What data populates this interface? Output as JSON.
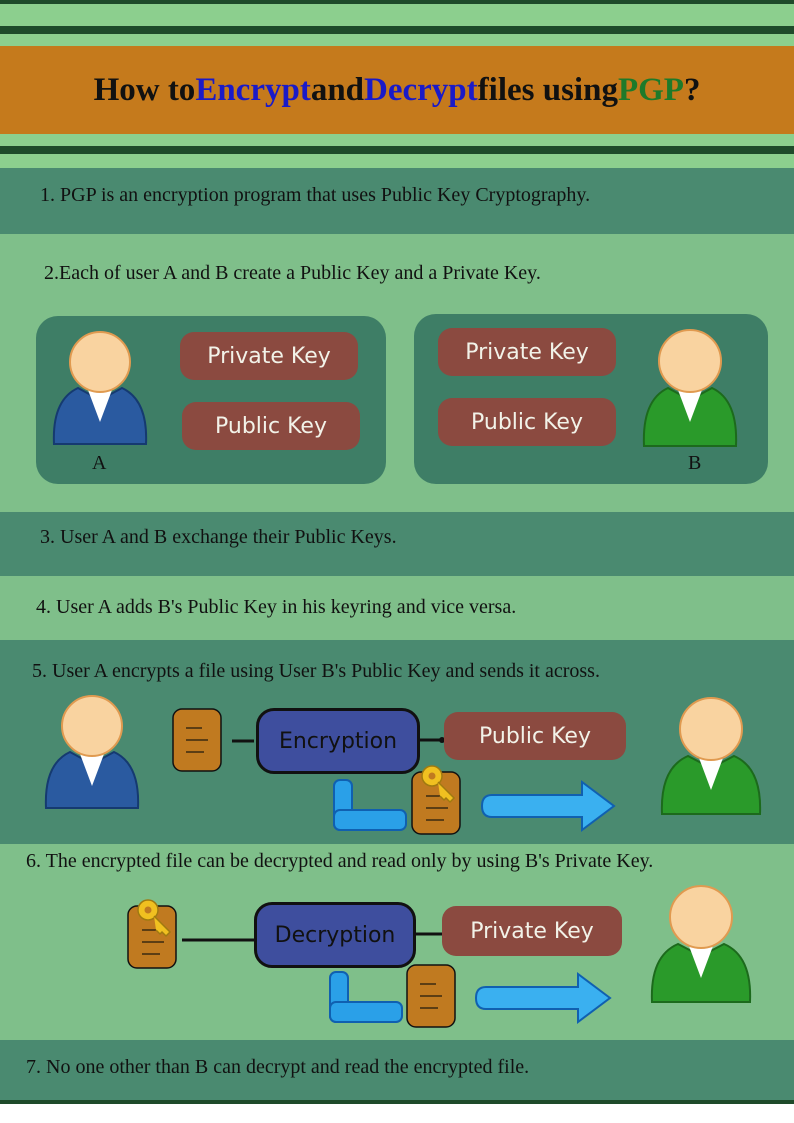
{
  "title": {
    "part1": "How to ",
    "encrypt": "Encrypt",
    "part2": " and ",
    "decrypt": "Decrypt",
    "part3": " files using ",
    "pgp": "PGP",
    "part4": " ?"
  },
  "steps": [
    "1. PGP is an encryption program that uses Public Key Cryptography.",
    "2.Each of user A and B create a Public Key and a Private Key.",
    "3. User A and B exchange their Public Keys.",
    "4. User A adds B's Public Key in his keyring and vice versa.",
    "5. User A encrypts a file using User B's Public Key and sends it across.",
    "6. The encrypted file can be decrypted and read only by using B's Private Key.",
    "7. No one other than B can decrypt and read the encrypted file."
  ],
  "users": {
    "a": "A",
    "b": "B"
  },
  "keys": {
    "private": "Private Key",
    "public": "Public Key"
  },
  "processes": {
    "encryption": "Encryption",
    "decryption": "Decryption"
  },
  "colors": {
    "title_band": "#c57a1c",
    "light_band": "#7fbf8a",
    "dark_band": "#4a8a70",
    "key_box": "#8b4a40",
    "process_box": "#3e4e9e",
    "user_a": "#2a5aa0",
    "user_b": "#2a9a2a",
    "file": "#c07a20",
    "arrow": "#3ab0f0"
  },
  "icons": [
    "user-icon",
    "file-icon",
    "encrypted-file-icon",
    "key-icon",
    "send-arrow-icon",
    "pipe-icon"
  ]
}
